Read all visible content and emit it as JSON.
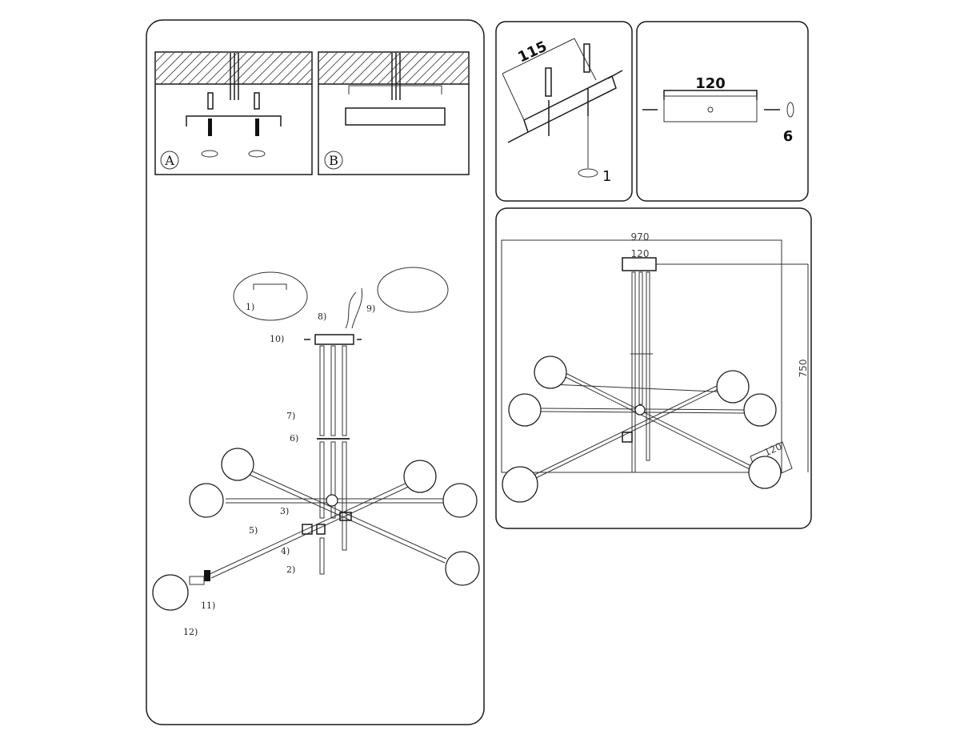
{
  "panels": {
    "mounting": {
      "option_a": "A",
      "option_b": "B"
    },
    "assembly_steps": [
      "1)",
      "2)",
      "3)",
      "4)",
      "5)",
      "6)",
      "7)",
      "8)",
      "9)",
      "10)",
      "11)",
      "12)"
    ],
    "bracket": {
      "length": "115",
      "screw_count": "1"
    },
    "canopy": {
      "length": "120",
      "screw_count": "6"
    },
    "dimensions": {
      "width": "970",
      "canopy": "120",
      "height": "750",
      "globe": "120"
    }
  }
}
